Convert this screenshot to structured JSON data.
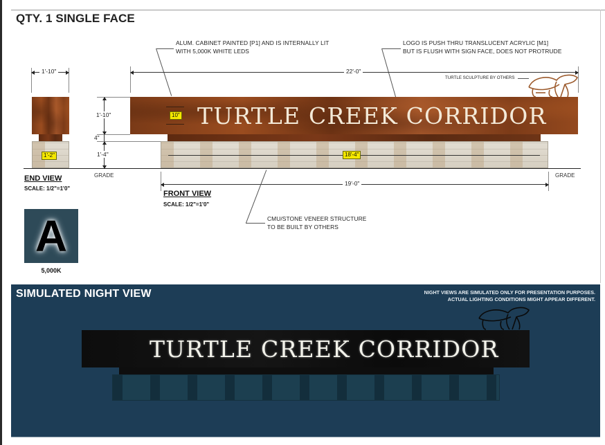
{
  "header": {
    "title": "QTY. 1 SINGLE FACE"
  },
  "notes": {
    "cabinet": "ALUM. CABINET PAINTED [P1] AND IS INTERNALLY LIT\nWITH 5,000K WHITE LEDS",
    "logo": "LOGO IS PUSH THRU TRANSLUCENT ACRYLIC [M1]\nBUT IS FLUSH WITH SIGN FACE, DOES NOT PROTRUDE",
    "turtle": "TURTLE SCULPTURE BY OTHERS",
    "base": "CMU/STONE VENEER STRUCTURE\nTO BE BUILT BY OTHERS"
  },
  "sign": {
    "text": "TURTLE CREEK CORRIDOR",
    "colors": {
      "cabinet_rust": "#8a4219",
      "stone": "#ddd7ca",
      "letters": "#f4ead8",
      "tag_yellow": "#f5e800"
    }
  },
  "end_view": {
    "label": "END VIEW",
    "scale": "SCALE: 1/2\"=1'0\"",
    "width_dim": "1'-10\"",
    "base_dim": "1'-2\""
  },
  "front_view": {
    "label": "FRONT VIEW",
    "scale": "SCALE: 1/2\"=1'0\"",
    "overall_width": "22'-0\"",
    "base_width": "19'-0\"",
    "base_inner_width": "18'-4\"",
    "letter_height": "10\"",
    "cabinet_height": "1'-10\"",
    "reveal_height": "4\"",
    "base_height": "1'-4\"",
    "grade_left": "GRADE",
    "grade_right": "GRADE"
  },
  "led_badge": {
    "letter": "A",
    "caption": "5,000K",
    "color": "#2e4a58"
  },
  "night_view": {
    "title": "SIMULATED NIGHT VIEW",
    "disclaimer": "NIGHT VIEWS ARE SIMULATED ONLY FOR PRESENTATION PURPOSES.\nACTUAL LIGHTING CONDITIONS MIGHT APPEAR DIFFERENT.",
    "sign_text": "TURTLE CREEK CORRIDOR",
    "background": "#1d3d56"
  }
}
